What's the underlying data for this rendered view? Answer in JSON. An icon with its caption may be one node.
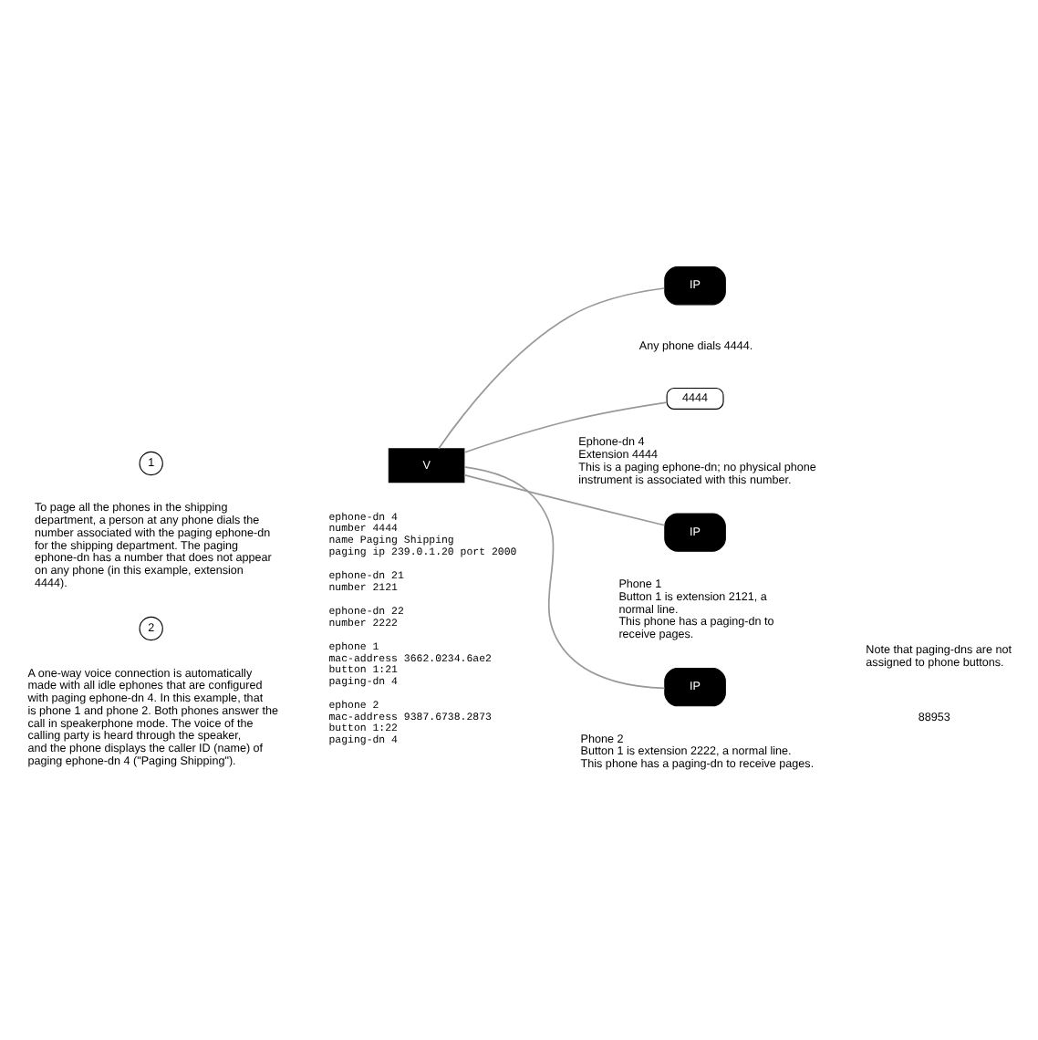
{
  "diagram": {
    "nodes": [
      {
        "text": [
          "V"
        ]
      },
      {
        "text": [
          "IP"
        ],
        "beside": [
          "Any phone dials 4444."
        ]
      },
      {
        "text": [
          "4444"
        ],
        "beside": [
          "Ephone-dn 4",
          "Extension 4444",
          "This is a paging ephone-dn; no physical phone instrument is associated with this number."
        ]
      },
      {
        "text": [
          "IP"
        ],
        "beside": [
          "Phone 1",
          "Button 1 is extension 2121, a normal line.",
          "This phone has a paging-dn to receive pages."
        ]
      },
      {
        "text": [
          "IP"
        ],
        "beside": [
          "Phone 2",
          "Button 1 is extension 2222, a normal line.",
          "This phone has a paging-dn to receive pages."
        ]
      },
      {
        "text": [
          "1"
        ],
        "beside": [
          "To page all the phones in the shipping department, a person at any phone dials the number associated with the paging ephone-dn for the shipping department. The paging ephone-dn has a number that does not appear on any phone (in this example, extension 4444)."
        ]
      },
      {
        "text": [
          "2"
        ],
        "beside": [
          "A one-way voice connection is automatically made with all idle ephones that are configured with paging ephone-dn 4. In this example, that is phone 1 and phone 2. Both phones answer the call in speakerphone mode. The voice of the calling party is heard through the speaker, and the phone displays the caller ID (name) of paging ephone-dn 4 (\"Paging Shipping\")."
        ]
      }
    ],
    "edges": [
      {
        "from": 0,
        "to": 1,
        "arrow": "none"
      },
      {
        "from": 0,
        "to": 2,
        "arrow": "none"
      },
      {
        "from": 0,
        "to": 3,
        "arrow": "none"
      },
      {
        "from": 0,
        "to": 4,
        "arrow": "none"
      }
    ],
    "labels": [
      "ephone-dn 4",
      "number 4444",
      "name Paging Shipping",
      "paging ip 239.0.1.20 port 2000",
      "ephone-dn 21",
      "number 2121",
      "ephone-dn 22",
      "number 2222",
      "ephone 1",
      "mac-address 3662.0234.6ae2",
      "button 1:21",
      "paging-dn 4",
      "ephone 2",
      "mac-address 9387.6738.2873",
      "button 1:22",
      "paging-dn 4",
      "Note that paging-dns are not assigned to phone buttons.",
      "88953"
    ]
  }
}
